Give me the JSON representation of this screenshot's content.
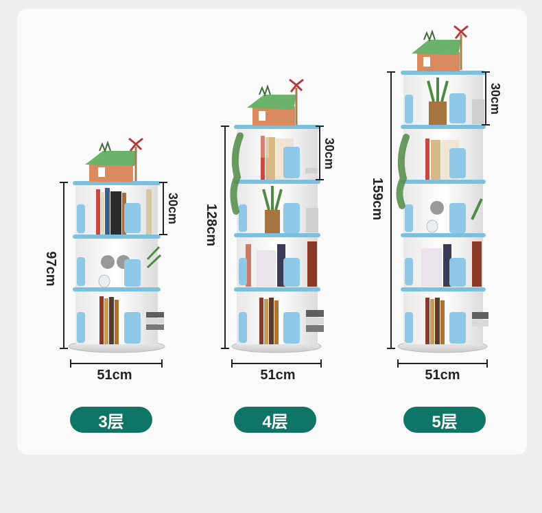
{
  "colors": {
    "background": "#eeeeee",
    "card": "#fafafa",
    "pill": "#0f7566",
    "shelf_board": "#7cc0e0",
    "bookend": "#8ec8e6",
    "frame": "#f4f4f4",
    "roof": "#6bb36b",
    "dimension_line": "#222222"
  },
  "products": [
    {
      "tier_label": "3层",
      "height_label": "97cm",
      "shelf_gap_label": "30cm",
      "width_label": "51cm",
      "tiers": 3
    },
    {
      "tier_label": "4层",
      "height_label": "128cm",
      "shelf_gap_label": "30cm",
      "width_label": "51cm",
      "tiers": 4
    },
    {
      "tier_label": "5层",
      "height_label": "159cm",
      "shelf_gap_label": "30cm",
      "width_label": "51cm",
      "tiers": 5
    }
  ]
}
